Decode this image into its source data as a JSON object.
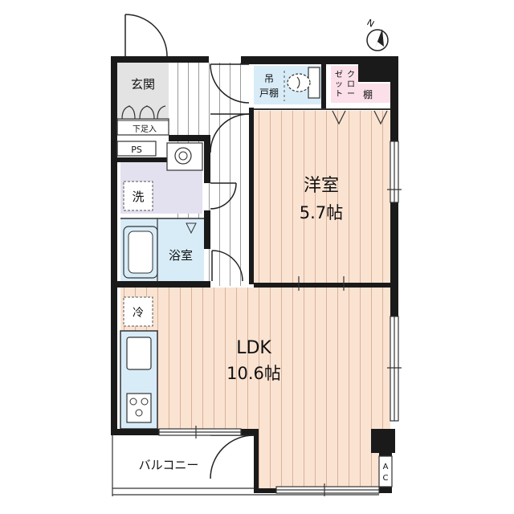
{
  "compass": {
    "letter": "N"
  },
  "rooms": {
    "entrance": "玄関",
    "shoe_storage": "下足入",
    "ps": "PS",
    "washer": "洗",
    "bathroom": "浴室",
    "ldk_name": "LDK",
    "ldk_size": "10.6帖",
    "western_name": "洋室",
    "western_size": "5.7帖",
    "fridge": "冷",
    "balcony": "バルコニー",
    "shelf": "棚",
    "hanging_shelf_1": "吊",
    "hanging_shelf_2": "戸棚",
    "closet": [
      "ク",
      "ロ",
      "ー",
      "ゼ",
      "ッ",
      "ト"
    ],
    "ac": [
      "A",
      "C"
    ]
  },
  "colors": {
    "wall": "#1a1a1a",
    "wood_floor": "#fbe3d2",
    "wood_line": "#d6b29a",
    "wash_room": "#e3e0ef",
    "water": "#d8ecf8",
    "closet": "#fbe0ea",
    "entrance_floor": "#e3e3e3"
  }
}
